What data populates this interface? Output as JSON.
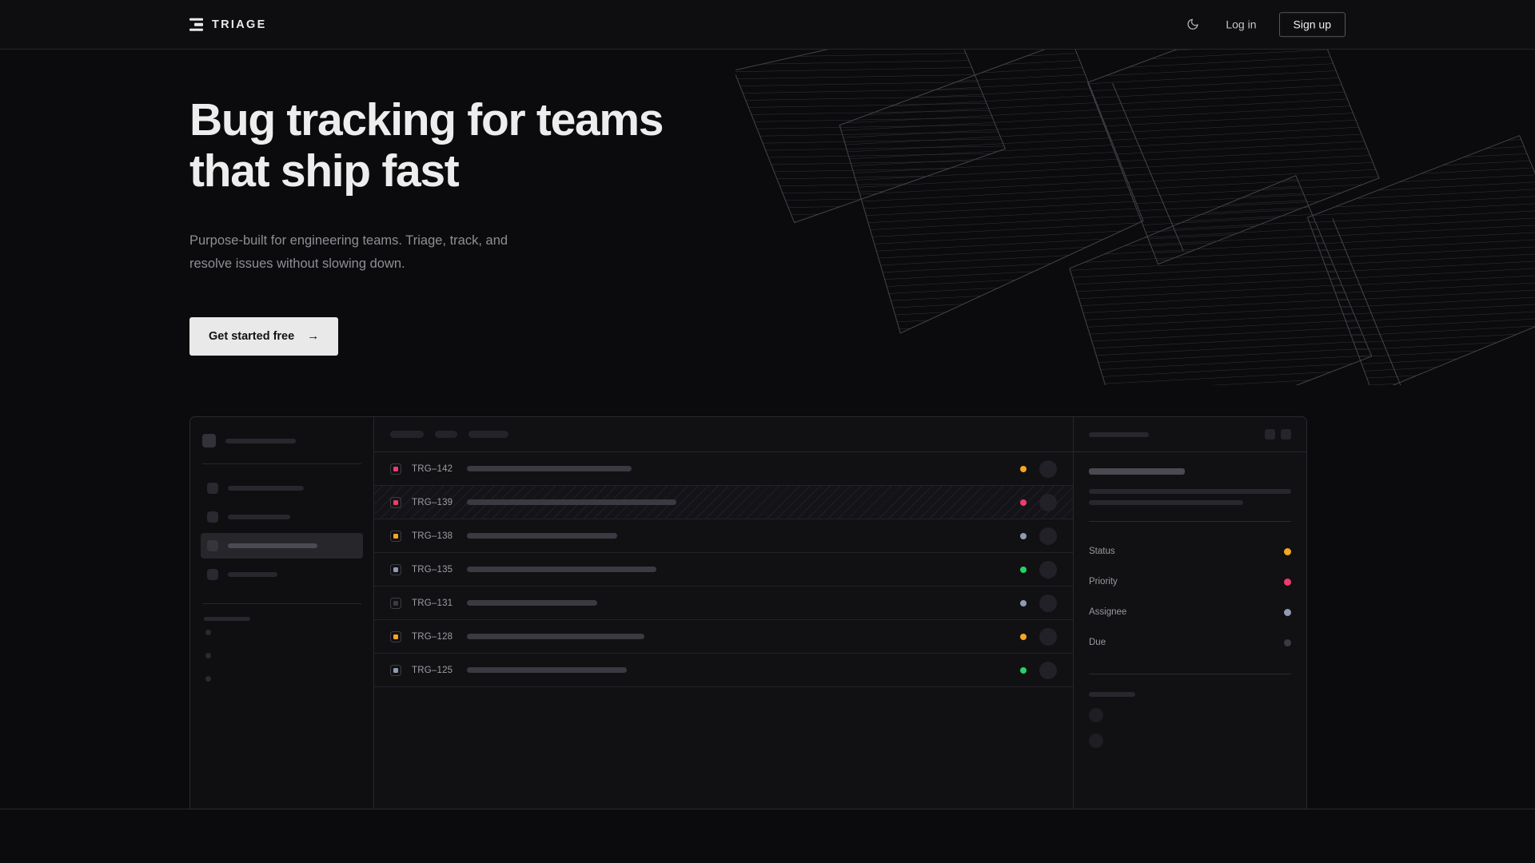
{
  "header": {
    "brand": {
      "name": "TRIAGE",
      "icon": "stacked-bars-logo-icon"
    },
    "theme_toggle_icon": "moon-icon",
    "login_label": "Log in",
    "signup_label": "Sign up"
  },
  "hero": {
    "headline": "Bug tracking for teams\nthat ship fast",
    "subhead": "Purpose-built for engineering teams. Triage, track, and\nresolve issues without slowing down.",
    "cta_label": "Get started free",
    "cta_arrow": "→"
  },
  "colors": {
    "page_bg": "#0b0b0d",
    "header_bg": "#0e0e10",
    "border": "#26262c",
    "text_primary": "#ededee",
    "text_muted": "#8e8e96",
    "cta_bg": "#e9e9e9",
    "status_orange": "#f5a623",
    "status_pink": "#f13b6c",
    "status_green": "#25d366",
    "status_slate": "#8f9bb3",
    "status_gray": "#3a3a42",
    "priority_pink": "#f13b6c",
    "priority_orange": "#f5a623",
    "priority_slate": "#8f9bb3",
    "priority_gray": "#3a3a42"
  },
  "mockup": {
    "sidebar": {
      "workspace_name_width": 88,
      "nav_items": [
        {
          "name": "nav-item-1",
          "width": 95,
          "active": false
        },
        {
          "name": "nav-item-2",
          "width": 78,
          "active": false
        },
        {
          "name": "nav-item-3",
          "width": 112,
          "active": true
        },
        {
          "name": "nav-item-4",
          "width": 62,
          "active": false
        }
      ],
      "section_label_width": 58,
      "mini_items": 3
    },
    "toolbar": {
      "chips": [
        {
          "width": 42
        },
        {
          "width": 28
        },
        {
          "width": 50
        }
      ]
    },
    "list": {
      "rows": [
        {
          "id": "TRG–142",
          "priority_color": "#f13b6c",
          "title_width": 206,
          "status_color": "#f5a623",
          "hatched": false
        },
        {
          "id": "TRG–139",
          "priority_color": "#f13b6c",
          "title_width": 262,
          "status_color": "#f13b6c",
          "hatched": true
        },
        {
          "id": "TRG–138",
          "priority_color": "#f5a623",
          "title_width": 188,
          "status_color": "#8f9bb3",
          "hatched": false
        },
        {
          "id": "TRG–135",
          "priority_color": "#8f9bb3",
          "title_width": 237,
          "status_color": "#25d366",
          "hatched": false
        },
        {
          "id": "TRG–131",
          "priority_color": "#3a3a42",
          "title_width": 163,
          "status_color": "#8f9bb3",
          "hatched": false
        },
        {
          "id": "TRG–128",
          "priority_color": "#f5a623",
          "title_width": 222,
          "status_color": "#f5a623",
          "hatched": false
        },
        {
          "id": "TRG–125",
          "priority_color": "#8f9bb3",
          "title_width": 200,
          "status_color": "#25d366",
          "hatched": false
        }
      ]
    },
    "detail": {
      "header_title_width": 75,
      "icon_buttons": 2,
      "title_width": 120,
      "desc_line_widths": [
        253,
        193
      ],
      "fields": [
        {
          "label": "Status",
          "value_color": "#f5a623"
        },
        {
          "label": "Priority",
          "value_color": "#f13b6c"
        },
        {
          "label": "Assignee",
          "value_color": "#8f9bb3"
        },
        {
          "label": "Due",
          "value_color": "#3a3a42"
        }
      ],
      "comments_label_width": 58,
      "comment_avatars": 2
    }
  }
}
